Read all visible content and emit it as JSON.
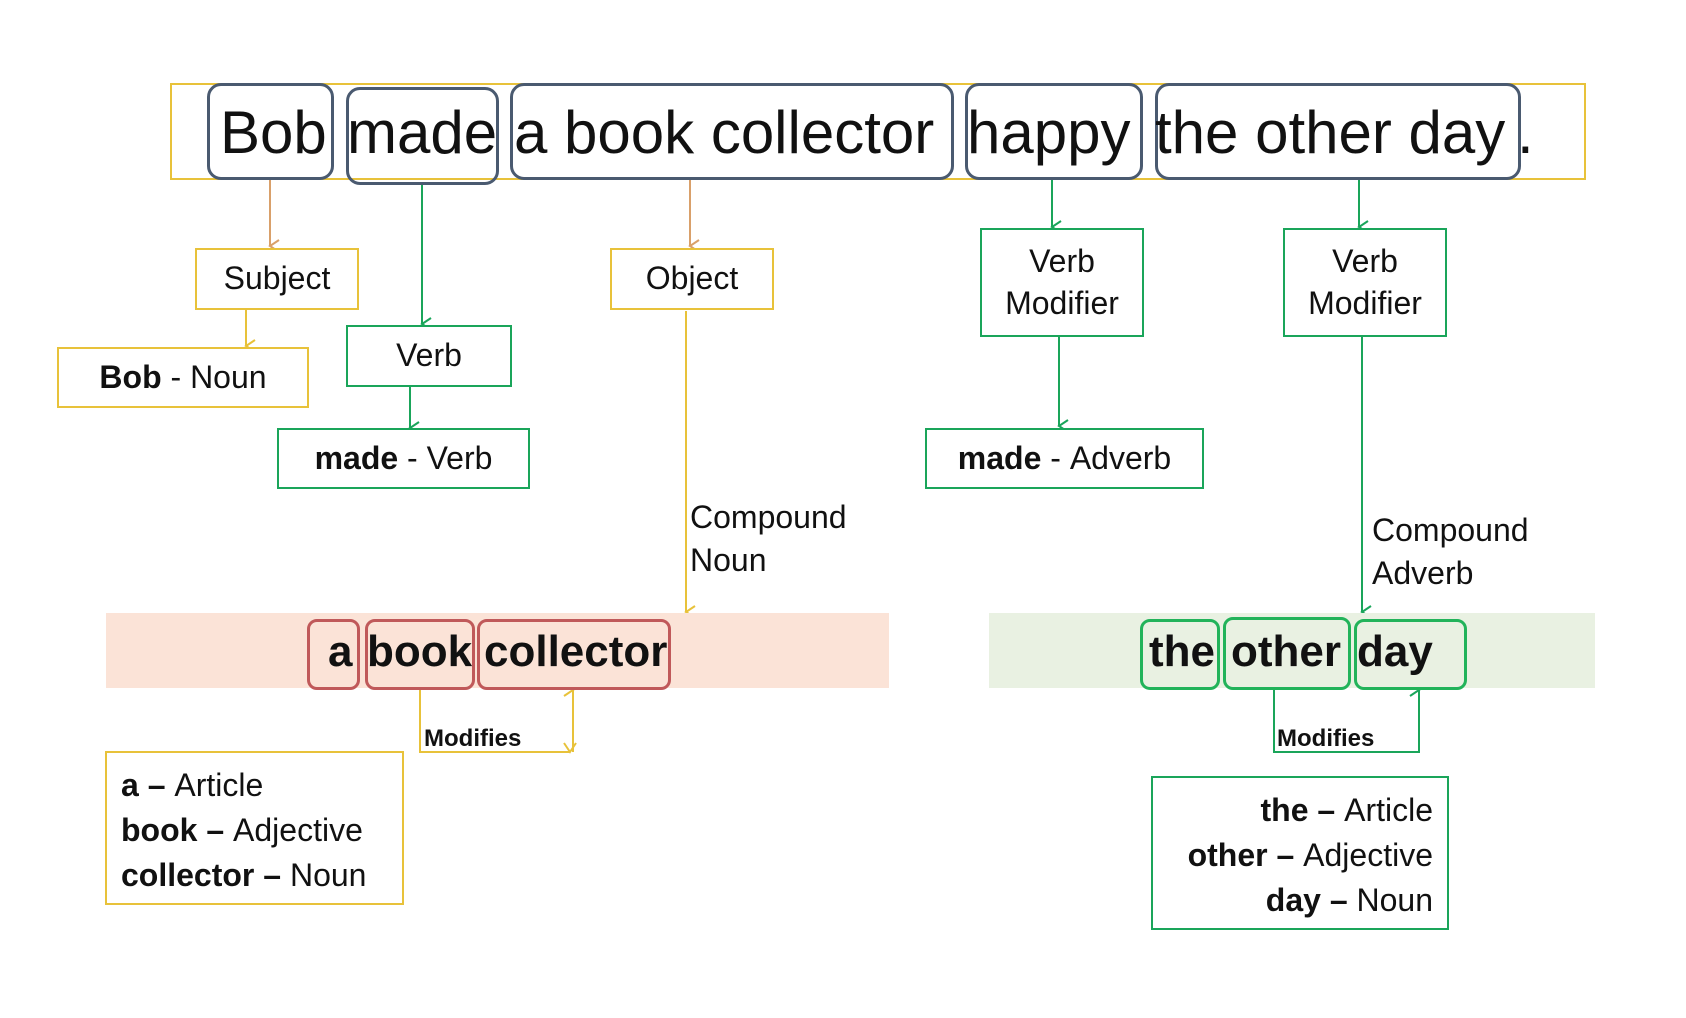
{
  "sentence": {
    "chunks": [
      "Bob",
      "made",
      "a book collector",
      "happy",
      "the other day"
    ],
    "period": "."
  },
  "roles": {
    "subject": "Subject",
    "verb": "Verb",
    "object": "Object",
    "verb_modifier_1": "Verb\nModifier",
    "verb_modifier_2": "Verb\nModifier"
  },
  "pos_boxes": {
    "bob": {
      "word": "Bob",
      "sep": " - ",
      "pos": "Noun"
    },
    "made": {
      "word": "made",
      "sep": " - ",
      "pos": "Verb"
    },
    "made_adverb": {
      "word": "made",
      "sep": " - ",
      "pos": "Adverb"
    }
  },
  "compound_labels": {
    "noun": "Compound\nNoun",
    "adverb": "Compound\nAdverb"
  },
  "compound_noun": {
    "words": [
      "a",
      "book",
      "collector"
    ],
    "modifies_label": "Modifies",
    "definitions": [
      {
        "word": "a",
        "dash": " – ",
        "pos": "Article"
      },
      {
        "word": "book",
        "dash": " – ",
        "pos": "Adjective"
      },
      {
        "word": "collector",
        "dash": " – ",
        "pos": "Noun"
      }
    ]
  },
  "compound_adverb": {
    "words": [
      "the",
      "other",
      "day"
    ],
    "modifies_label": "Modifies",
    "definitions": [
      {
        "word": "the",
        "dash": " – ",
        "pos": "Article"
      },
      {
        "word": "other",
        "dash": " – ",
        "pos": "Adjective"
      },
      {
        "word": "day",
        "dash": " – ",
        "pos": "Noun"
      }
    ]
  },
  "colors": {
    "yellow": "#e8c23a",
    "orange_arrow": "#d9a06a",
    "green": "#1aa55a",
    "red_border": "#c0595a",
    "chunk_border": "#4a5a70",
    "red_band": "#fbe3d7",
    "green_band": "#e9f1e2"
  }
}
